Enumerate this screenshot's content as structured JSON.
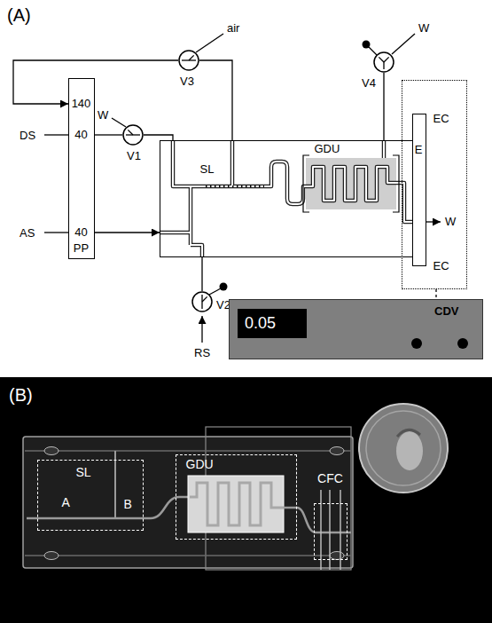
{
  "diagram": {
    "nodes": [
      {
        "text": [
          "140",
          "40",
          "40",
          "PP"
        ]
      },
      {
        "text": [
          "V1"
        ]
      },
      {
        "text": [
          "V2"
        ]
      },
      {
        "text": [
          "V3"
        ]
      },
      {
        "text": [
          "V4"
        ]
      },
      {
        "text": [
          "SL"
        ]
      },
      {
        "text": [
          "GDU"
        ],
        "in": 5
      },
      {
        "text": [
          "EC",
          "EC"
        ]
      },
      {
        "text": [
          "E"
        ],
        "in": 7
      },
      {
        "text": [
          "0.05",
          "CDV"
        ]
      },
      {
        "text": [
          "SL",
          "A",
          "B"
        ]
      },
      {
        "text": [
          "GDU"
        ]
      },
      {
        "text": [
          "CFC"
        ]
      }
    ],
    "edges": [
      {
        "from": 0,
        "to": 1,
        "arrow": "none"
      },
      {
        "from": 1,
        "to": 5,
        "arrow": "none"
      },
      {
        "from": 3,
        "to": 0,
        "arrow": "to"
      },
      {
        "from": 3,
        "to": 5,
        "arrow": "none"
      },
      {
        "from": 0,
        "to": 5,
        "arrow": "to"
      },
      {
        "from": 2,
        "to": 5,
        "arrow": "none"
      },
      {
        "from": 4,
        "to": 5,
        "arrow": "none"
      },
      {
        "from": 7,
        "to": 9,
        "arrow": "none"
      }
    ],
    "labels": [
      "(A)",
      "air",
      "W",
      "W",
      "DS",
      "W",
      "AS",
      "RS",
      "(B)"
    ]
  }
}
